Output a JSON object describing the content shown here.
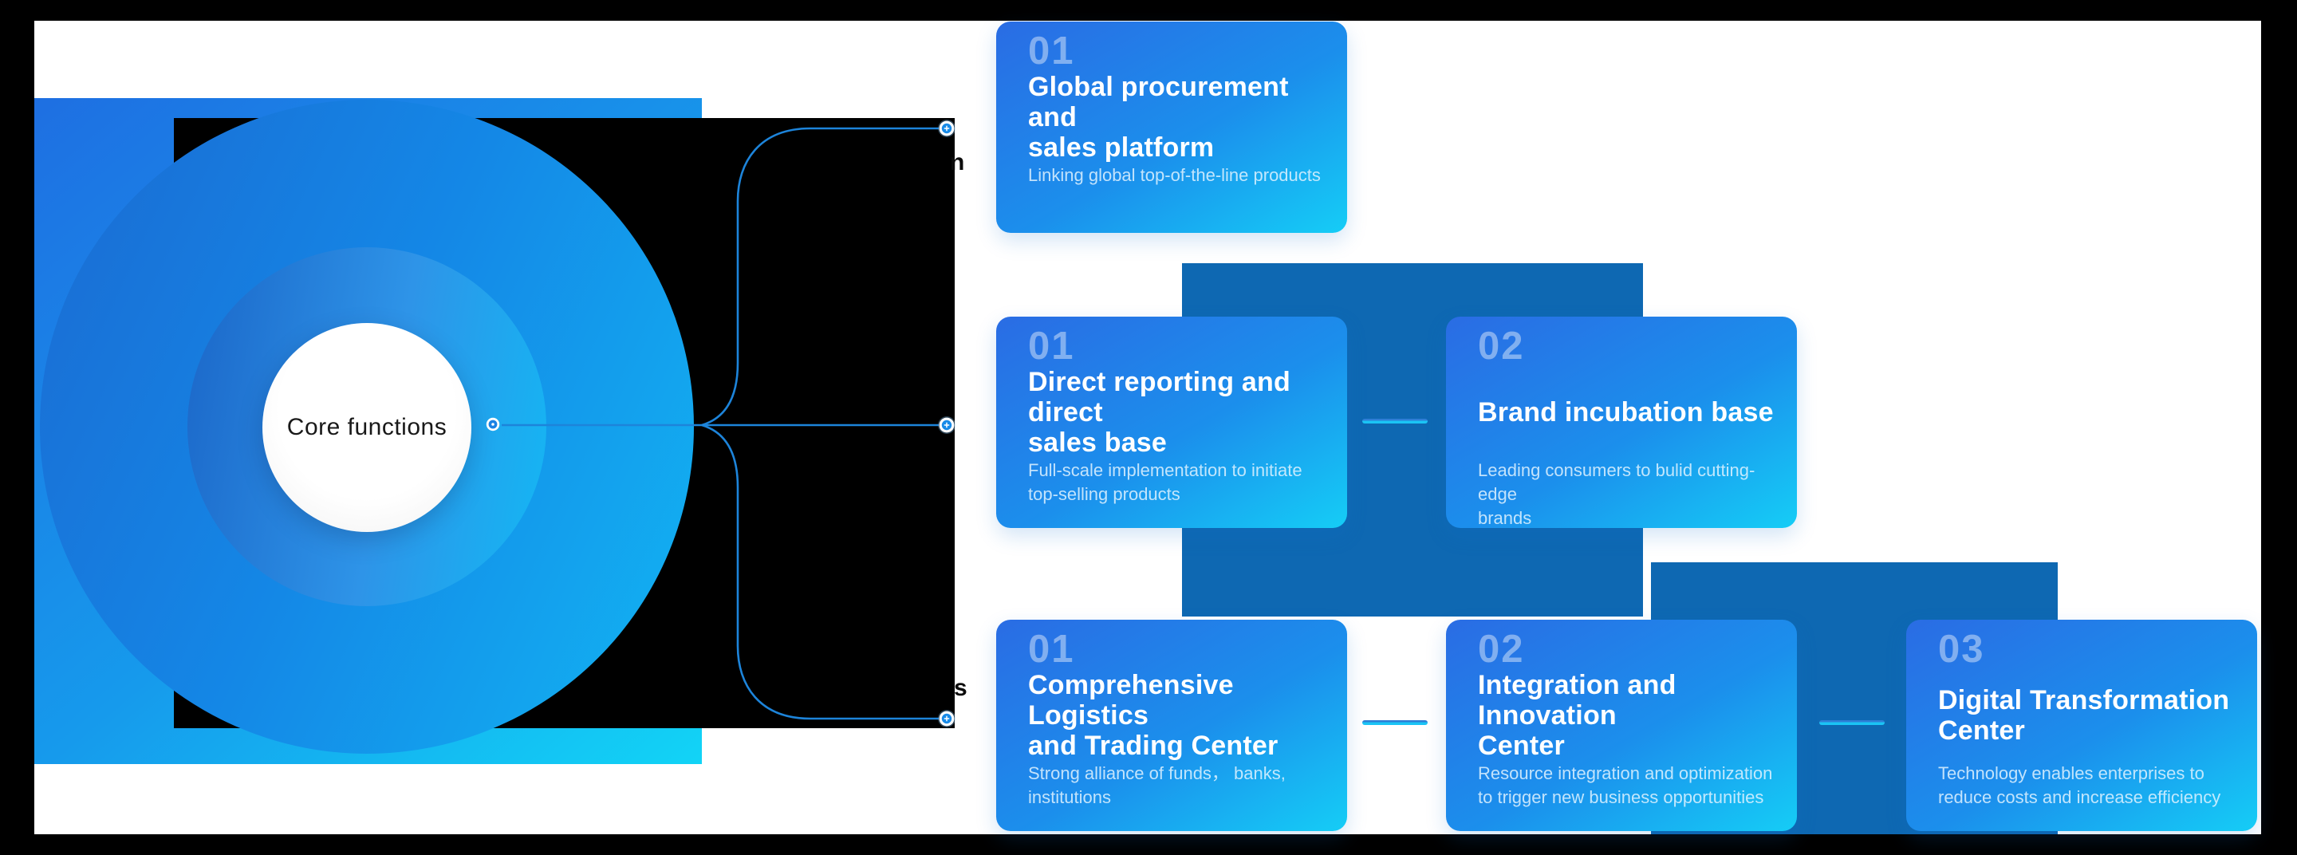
{
  "diagram": {
    "center_label": "Core functions",
    "clipped_label_fragments": {
      "top": "n",
      "bottom": "s"
    }
  },
  "cards": [
    {
      "number": "01",
      "title": "Global procurement and\nsales platform",
      "subtitle": "Linking global top-of-the-line products"
    },
    {
      "number": "01",
      "title": "Direct reporting and direct\nsales base",
      "subtitle": "Full-scale implementation to initiate\ntop-selling  products"
    },
    {
      "number": "02",
      "title": "Brand incubation base",
      "subtitle": "Leading consumers to bulid cutting-edge\nbrands"
    },
    {
      "number": "01",
      "title": "Comprehensive Logistics\nand Trading Center",
      "subtitle": "Strong alliance of funds，  banks,\ninstitutions"
    },
    {
      "number": "02",
      "title": "Integration and Innovation\nCenter",
      "subtitle": "Resource integration and optimization\nto trigger new business opportunities"
    },
    {
      "number": "03",
      "title": "Digital Transformation\nCenter",
      "subtitle": "Technology enables enterprises to\nreduce costs and increase efficiency"
    }
  ],
  "colors": {
    "card_gradient_start": "#2a6ce4",
    "card_gradient_end": "#15cdf6",
    "accent_rect": "#0e68b2",
    "connector_line": "#1d84da",
    "node_fill": "#178ae8",
    "frame": "#000000"
  }
}
